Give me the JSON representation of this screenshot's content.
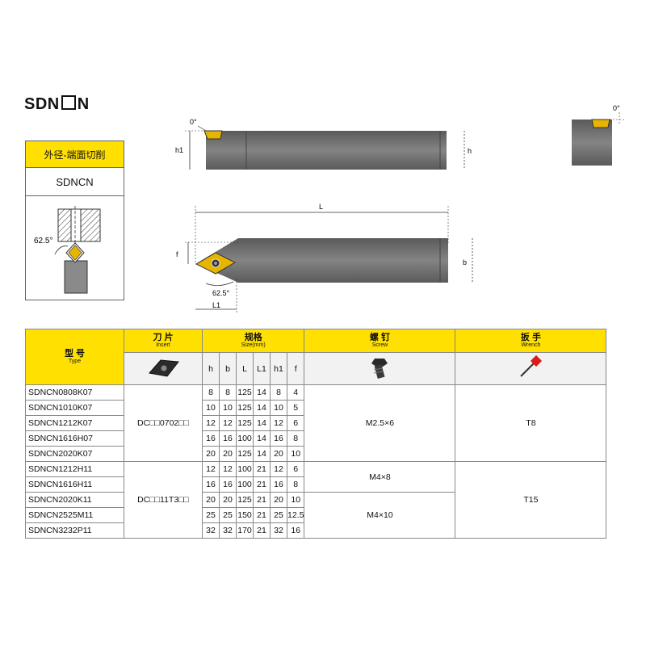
{
  "title": {
    "prefix": "SDN",
    "suffix": "N"
  },
  "type_box": {
    "header": "外径-端面切削",
    "name": "SDNCN",
    "angle": "62.5°"
  },
  "drawing": {
    "angle_top": "0°",
    "angle_end": "0°",
    "label_h1": "h1",
    "label_h": "h",
    "label_L": "L",
    "label_f": "f",
    "label_b": "b",
    "label_angle": "62.5°",
    "label_L1": "L1"
  },
  "table": {
    "type_label": "型 号",
    "type_sub": "Type",
    "insert_label": "刀 片",
    "insert_sub": "Insert",
    "size_label": "规格",
    "size_sub": "Size(mm)",
    "screw_label": "螺 钉",
    "screw_sub": "Screw",
    "wrench_label": "扳 手",
    "wrench_sub": "Wrench",
    "dims": [
      "h",
      "b",
      "L",
      "L1",
      "h1",
      "f"
    ],
    "insert_groups": [
      "DC□□0702□□",
      "DC□□11T3□□"
    ],
    "screw_groups": [
      "M2.5×6",
      "M4×8",
      "M4×10"
    ],
    "wrench_groups": [
      "T8",
      "T15"
    ],
    "rows": [
      {
        "type": "SDNCN0808K07",
        "vals": [
          "8",
          "8",
          "125",
          "14",
          "8",
          "4"
        ]
      },
      {
        "type": "SDNCN1010K07",
        "vals": [
          "10",
          "10",
          "125",
          "14",
          "10",
          "5"
        ]
      },
      {
        "type": "SDNCN1212K07",
        "vals": [
          "12",
          "12",
          "125",
          "14",
          "12",
          "6"
        ]
      },
      {
        "type": "SDNCN1616H07",
        "vals": [
          "16",
          "16",
          "100",
          "14",
          "16",
          "8"
        ]
      },
      {
        "type": "SDNCN2020K07",
        "vals": [
          "20",
          "20",
          "125",
          "14",
          "20",
          "10"
        ]
      },
      {
        "type": "SDNCN1212H11",
        "vals": [
          "12",
          "12",
          "100",
          "21",
          "12",
          "6"
        ]
      },
      {
        "type": "SDNCN1616H11",
        "vals": [
          "16",
          "16",
          "100",
          "21",
          "16",
          "8"
        ]
      },
      {
        "type": "SDNCN2020K11",
        "vals": [
          "20",
          "20",
          "125",
          "21",
          "20",
          "10"
        ]
      },
      {
        "type": "SDNCN2525M11",
        "vals": [
          "25",
          "25",
          "150",
          "21",
          "25",
          "12.5"
        ]
      },
      {
        "type": "SDNCN3232P11",
        "vals": [
          "32",
          "32",
          "170",
          "21",
          "32",
          "16"
        ]
      }
    ]
  },
  "colors": {
    "header_yellow": "#ffe000",
    "shank_gray": "#6e6e6e",
    "insert_gold": "#e7b400"
  }
}
